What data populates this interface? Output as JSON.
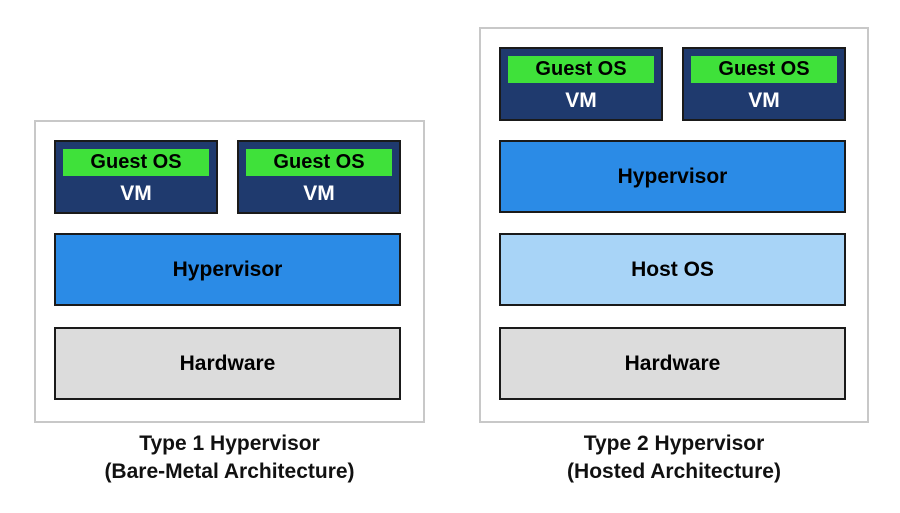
{
  "colors": {
    "vm_box": "#1f3a6e",
    "guest_os": "#3fe13a",
    "hypervisor": "#2b8be6",
    "host_os": "#a8d4f7",
    "hardware": "#dcdcdc",
    "frame_border": "#c8c8c8"
  },
  "type1": {
    "vms": [
      {
        "guest": "Guest OS",
        "label": "VM"
      },
      {
        "guest": "Guest OS",
        "label": "VM"
      }
    ],
    "hypervisor": "Hypervisor",
    "hardware": "Hardware",
    "caption_line1": "Type 1 Hypervisor",
    "caption_line2": "(Bare-Metal Architecture)"
  },
  "type2": {
    "vms": [
      {
        "guest": "Guest OS",
        "label": "VM"
      },
      {
        "guest": "Guest OS",
        "label": "VM"
      }
    ],
    "hypervisor": "Hypervisor",
    "host_os": "Host OS",
    "hardware": "Hardware",
    "caption_line1": "Type 2 Hypervisor",
    "caption_line2": "(Hosted Architecture)"
  }
}
